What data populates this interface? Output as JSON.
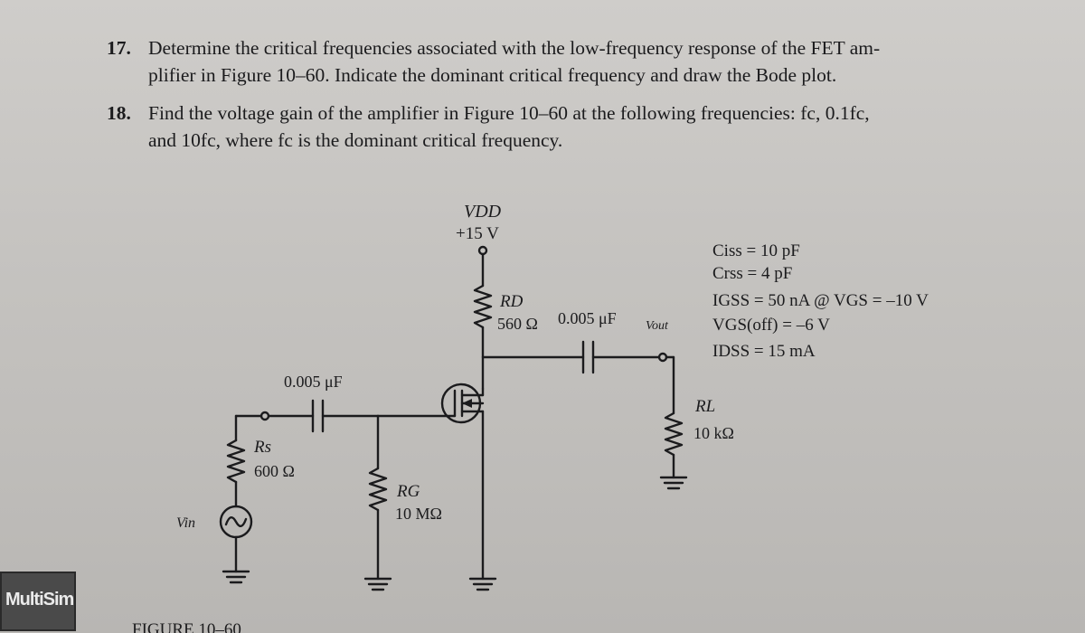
{
  "problems": [
    {
      "number": "17.",
      "line1": "Determine the critical frequencies associated with the low-frequency response of the FET am-",
      "line2": "plifier in Figure 10–60. Indicate the dominant critical frequency and draw the Bode plot."
    },
    {
      "number": "18.",
      "line1": "Find the voltage gain of the amplifier in Figure 10–60 at the following frequencies: fc, 0.1fc,",
      "line2": "and 10fc, where fc is the dominant critical frequency."
    }
  ],
  "circuit": {
    "vdd_label": "VDD",
    "vdd_value": "+15 V",
    "rd_label": "RD",
    "rd_value": "560 Ω",
    "c_out_value": "0.005 μF",
    "vout_label": "Vout",
    "c_in_value": "0.005 μF",
    "rs_label": "Rs",
    "rs_value": "600 Ω",
    "rg_label": "RG",
    "rg_value": "10 MΩ",
    "vin_label": "Vin",
    "rl_label": "RL",
    "rl_value": "10 kΩ"
  },
  "specs": [
    "Ciss = 10 pF",
    "Crss = 4 pF",
    "IGSS = 50 nA @ VGS = –10 V",
    "VGS(off) = –6 V",
    "IDSS = 15 mA"
  ],
  "figure_caption": "FIGURE 10–60",
  "badge": "MultiSim"
}
